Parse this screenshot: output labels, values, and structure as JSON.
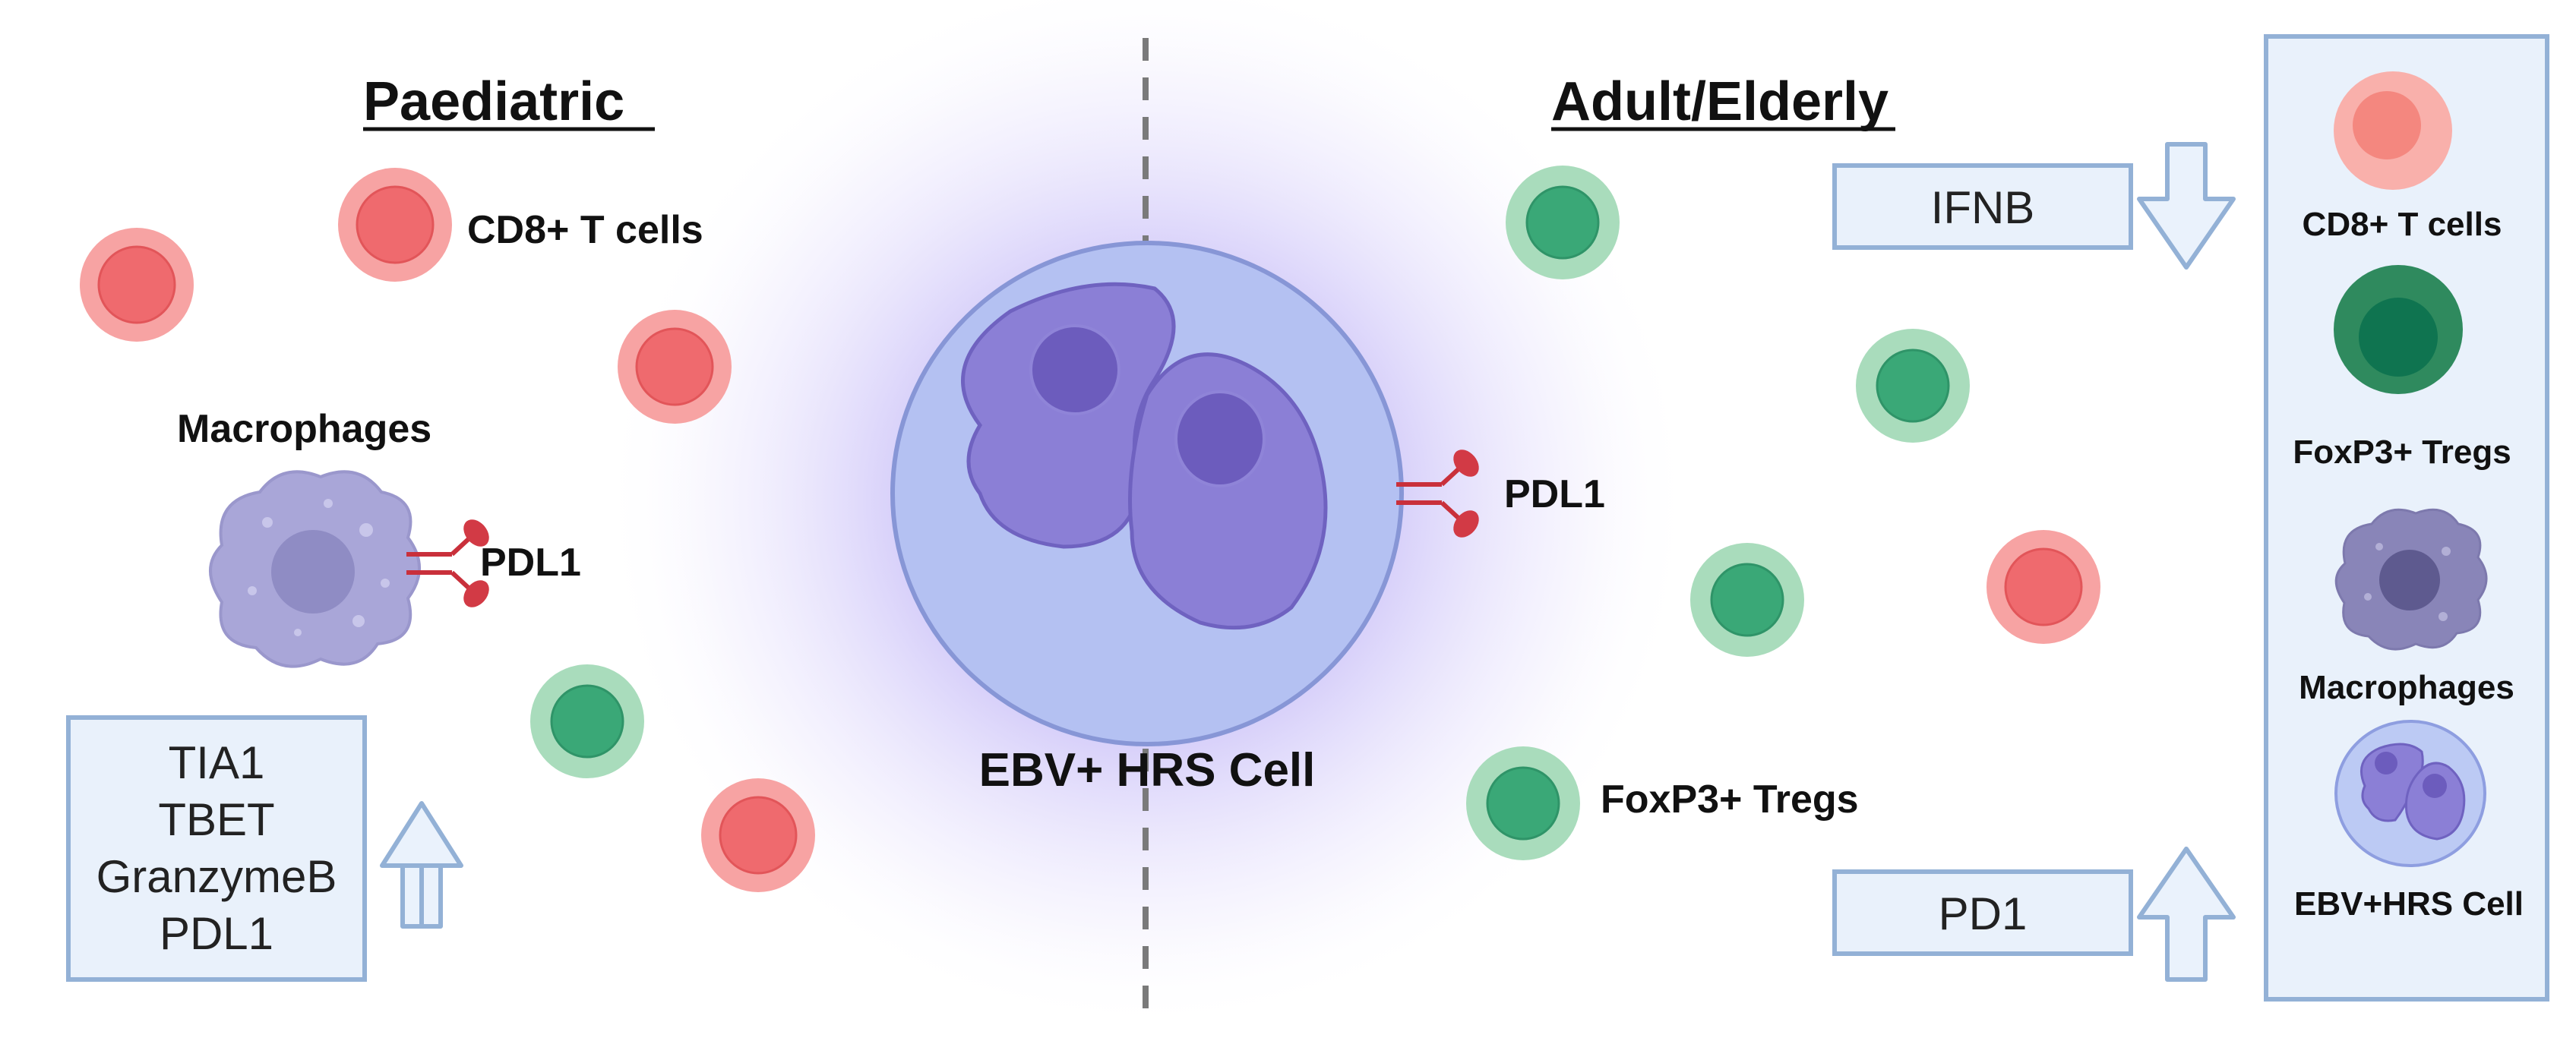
{
  "headings": {
    "left": "Paediatric",
    "right": "Adult/Elderly"
  },
  "labels": {
    "cd8_left": "CD8+ T cells",
    "macrophages_left": "Macrophages",
    "pdl1_left": "PDL1",
    "pdl1_center": "PDL1",
    "hrs_cell": "EBV+ HRS Cell",
    "foxp3_right": "FoxP3+ Tregs"
  },
  "left_marker_box": {
    "lines": [
      "TIA1",
      "TBET",
      "GranzymeB",
      "PDL1"
    ],
    "arrow": "up"
  },
  "right_boxes": {
    "top": {
      "label": "IFNB",
      "arrow": "down"
    },
    "bottom": {
      "label": "PD1",
      "arrow": "up"
    }
  },
  "legend": {
    "items": [
      {
        "label": "CD8+ T cells",
        "icon": "cd8-t-cell-icon"
      },
      {
        "label": "FoxP3+ Tregs",
        "icon": "foxp3-treg-icon"
      },
      {
        "label": "Macrophages",
        "icon": "macrophage-icon"
      },
      {
        "label": "EBV+HRS Cell",
        "icon": "hrs-cell-icon"
      }
    ]
  },
  "colors": {
    "cd8_outer": "#f7a3a3",
    "cd8_inner": "#ef6a6e",
    "treg_outer": "#a9dcbc",
    "treg_inner": "#3aa877",
    "macrophage": "#a9a6d8",
    "hrs_cell": "#b4c1f2",
    "hrs_nucleus": "#8b7fd6",
    "glow": "#b6a9f5",
    "box_fill": "#e9f1fb",
    "box_stroke": "#93b1d6",
    "pdl1": "#c9303b"
  }
}
